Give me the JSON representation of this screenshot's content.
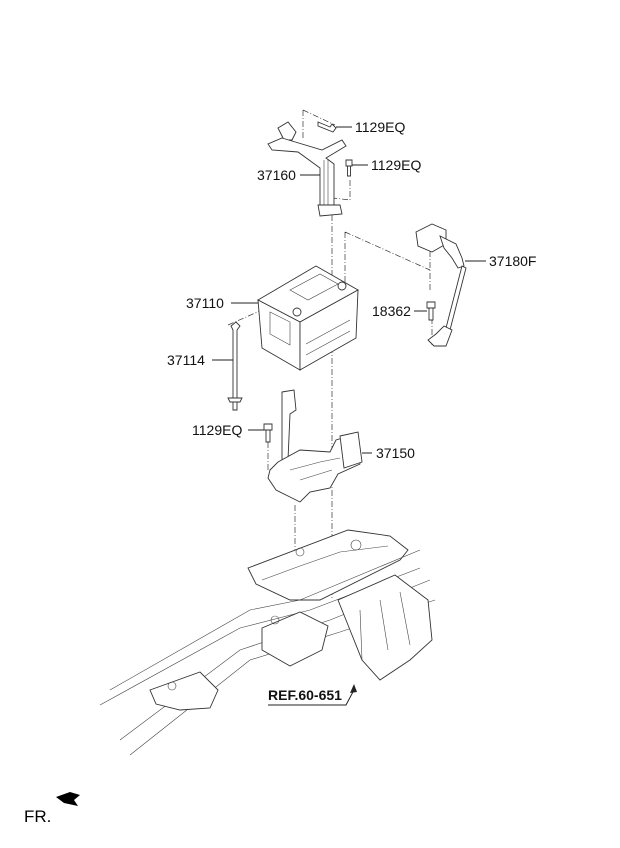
{
  "diagram": {
    "title": "Battery & Battery Tray Assembly",
    "callouts": {
      "bolt_top": "1129EQ",
      "bolt_mid": "1129EQ",
      "battery_clamp": "37160",
      "battery_cable": "37180F",
      "battery": "37110",
      "cable_bolt": "18362",
      "clamp_rod": "37114",
      "tray_bolt": "1129EQ",
      "battery_tray": "37150",
      "body_reference": "REF.60-651"
    },
    "front_indicator": {
      "label": "FR.",
      "icon": "arrow-front-icon"
    },
    "colors": {
      "line": "#222222",
      "background": "#ffffff"
    }
  }
}
